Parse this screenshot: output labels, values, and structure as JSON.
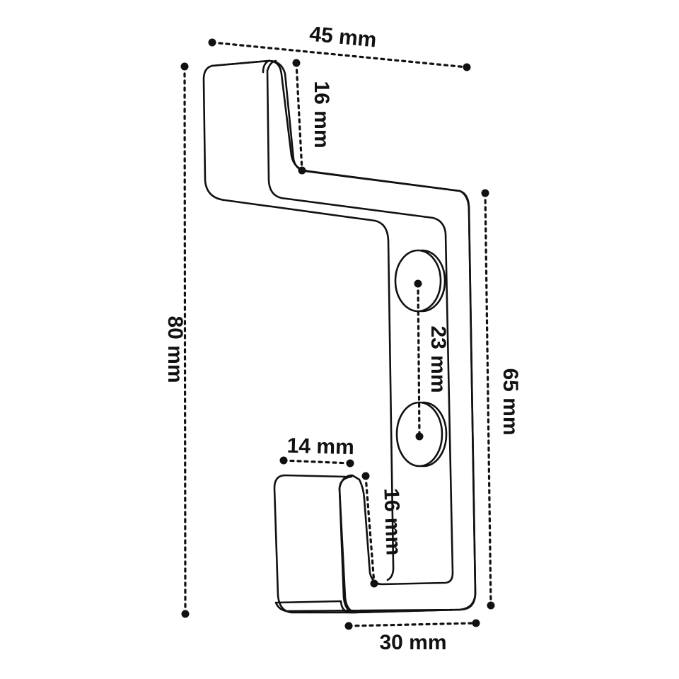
{
  "dimensions": {
    "width_overall": "45 mm",
    "height_overall": "80 mm",
    "top_hook_depth": "16 mm",
    "back_plate_height": "65 mm",
    "screw_spacing": "23 mm",
    "bottom_hook_gap": "14 mm",
    "bottom_hook_depth": "16 mm",
    "bottom_width": "30 mm"
  },
  "colors": {
    "line": "#111111",
    "background": "#ffffff"
  }
}
